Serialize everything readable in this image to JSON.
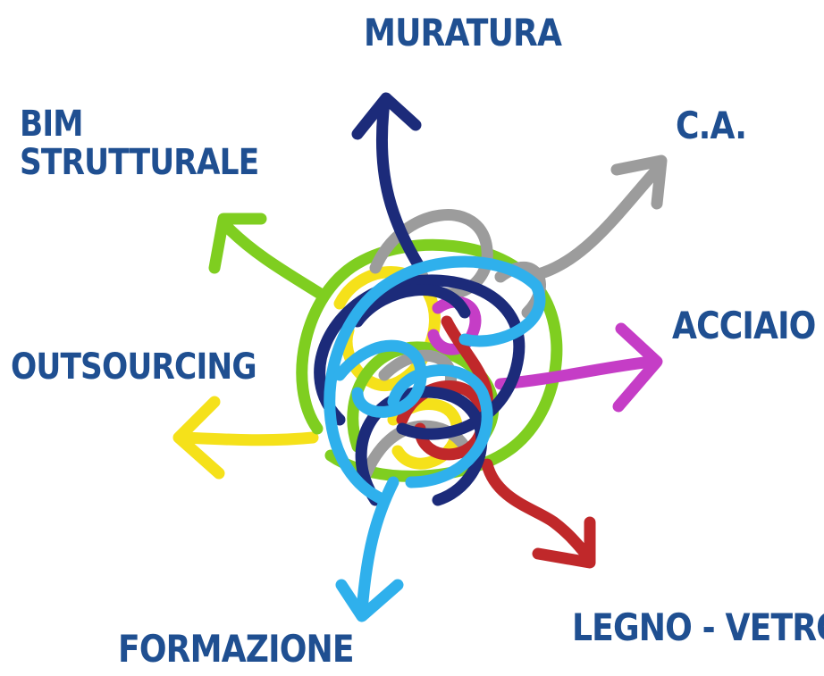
{
  "labels": {
    "muratura": "MURATURA",
    "bim_line1": "BIM",
    "bim_line2": "STRUTTURALE",
    "ca": "C.A.",
    "acciaio": "ACCIAIO",
    "outsourcing": "OUTSOURCING",
    "legno_vetro": "LEGNO - VETRO",
    "formazione": "FORMAZIONE"
  },
  "colors": {
    "label_text": "#1f4f91",
    "muratura_arrow": "#1c2b7a",
    "ca_arrow": "#9c9c9c",
    "bim_arrow": "#7fce20",
    "acciaio_arrow": "#c53dc6",
    "outsourcing_arrow": "#f5e11a",
    "legno_arrow": "#c0282a",
    "formazione_arrow": "#2fb0ec"
  }
}
